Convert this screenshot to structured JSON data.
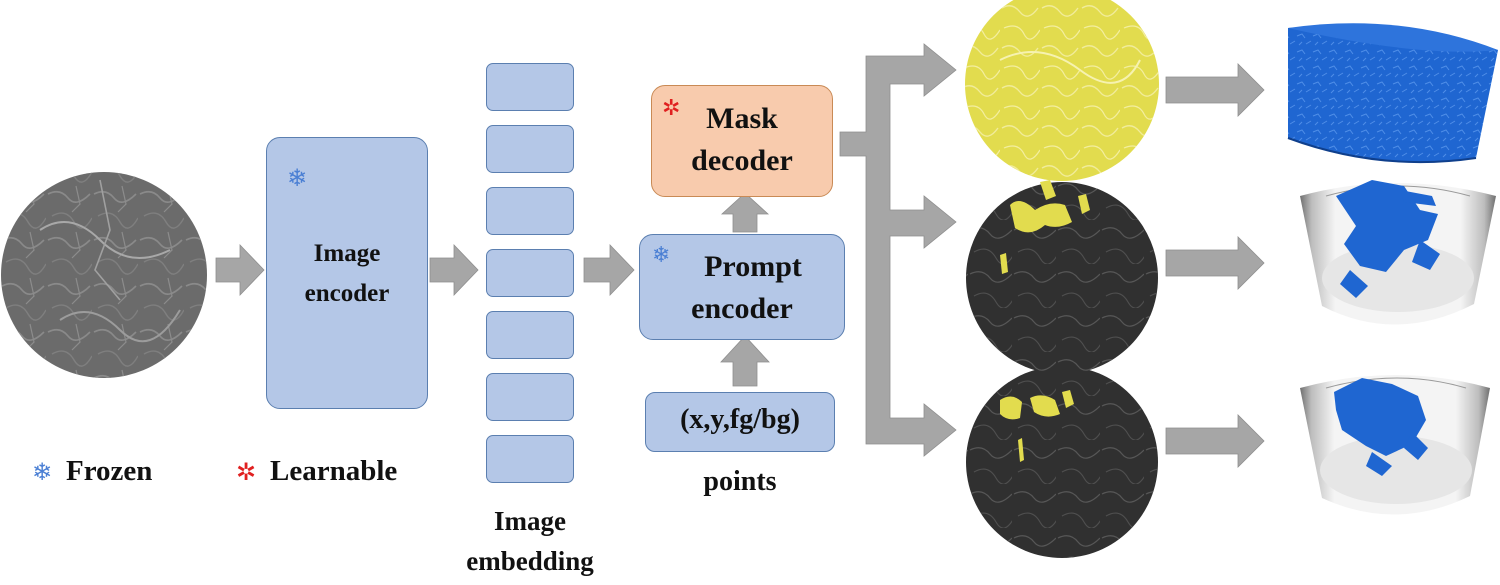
{
  "colors": {
    "box_fill": "#b4c7e7",
    "box_border": "#5b7fb0",
    "decoder_fill": "#f8cbad",
    "decoder_border": "#c98a55",
    "arrow": "#a6a6a6",
    "frozen_icon": "#4a7fd4",
    "learnable_icon": "#e02020",
    "mask_yellow": "#e2dc4e",
    "volume_blue": "#1f66d1"
  },
  "icons": {
    "frozen": "snowflake-icon",
    "learnable": "gear-icon"
  },
  "image_encoder": {
    "label_line1": "Image",
    "label_line2": "encoder"
  },
  "image_embedding": {
    "label_line1": "Image",
    "label_line2": "embedding",
    "token_count": 7
  },
  "prompt_encoder": {
    "label_line1": "Prompt",
    "label_line2": "encoder"
  },
  "mask_decoder": {
    "label_line1": "Mask",
    "label_line2": "decoder"
  },
  "points": {
    "box_text": "(x,y,fg/bg)",
    "caption": "points"
  },
  "legend": {
    "frozen": "Frozen",
    "learnable": "Learnable"
  }
}
